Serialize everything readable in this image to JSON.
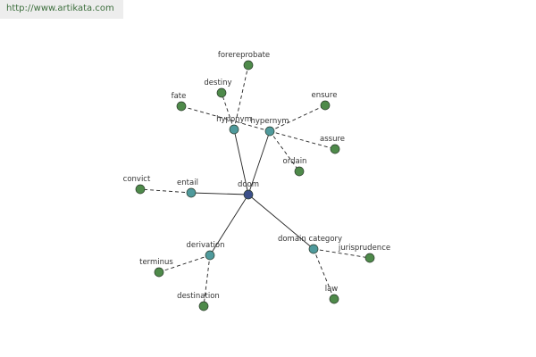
{
  "banner": {
    "url": "http://www.artikata.com"
  },
  "colors": {
    "hub": "#3b4f8a",
    "relation": "#4f9a9c",
    "leaf": "#4e8a4a",
    "edge": "#222222"
  },
  "graph": {
    "hub": {
      "id": "doom",
      "label": "doom"
    },
    "relations": [
      {
        "id": "hyponym",
        "label": "hyponym",
        "leaves": [
          "forereprobate",
          "destiny"
        ]
      },
      {
        "id": "hypernym",
        "label": "hypernym",
        "leaves": [
          "fate",
          "ensure",
          "assure",
          "ordain"
        ]
      },
      {
        "id": "entail",
        "label": "entail",
        "leaves": [
          "convict"
        ]
      },
      {
        "id": "derivation",
        "label": "derivation",
        "leaves": [
          "terminus",
          "destination"
        ]
      },
      {
        "id": "domain-category",
        "label": "domain category",
        "leaves": [
          "jurisprudence",
          "law"
        ]
      }
    ]
  }
}
